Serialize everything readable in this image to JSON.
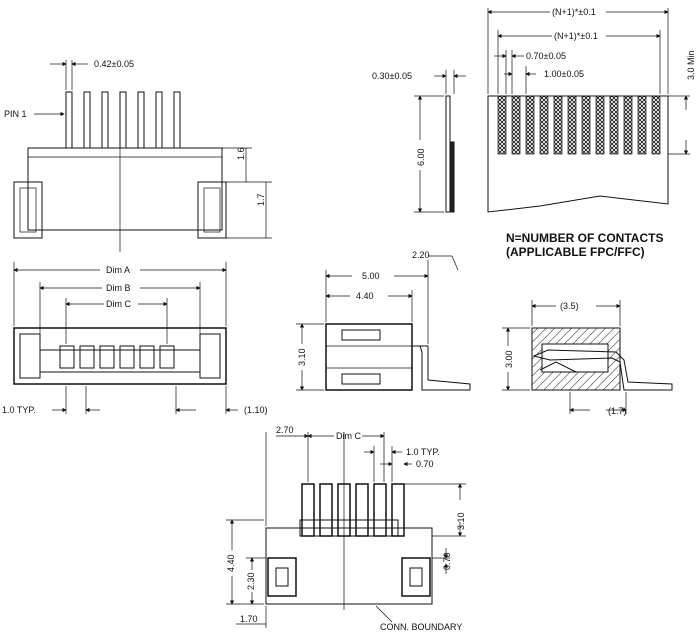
{
  "top_left": {
    "pitch_tol": "0.42±0.05",
    "pin1": "PIN 1",
    "dim_1_6": "1.6",
    "dim_1_7": "1.7"
  },
  "mid_left": {
    "dim_a": "Dim A",
    "dim_b": "Dim B",
    "dim_c": "Dim C",
    "typ": "1.0 TYP.",
    "ref_1_10": "(1.10)"
  },
  "fpc": {
    "overall": "(N+1)*±0.1",
    "contacts": "(N+1)*±0.1",
    "width_070": "0.70±0.05",
    "pitch_100": "1.00±0.05",
    "thick_030": "0.30±0.05",
    "len_600": "6.00",
    "min_300": "3.0 Min",
    "note_line1": "N=NUMBER OF CONTACTS",
    "note_line2": "(APPLICABLE FPC/FFC)"
  },
  "side": {
    "dim_220": "2.20",
    "dim_500": "5.00",
    "dim_440": "4.40",
    "dim_310": "3.10"
  },
  "section": {
    "dim_35": "(3.5)",
    "dim_300": "3.00",
    "dim_17": "(1.7)"
  },
  "footprint": {
    "dim_270": "2.70",
    "dim_c": "Dim C",
    "typ": "1.0 TYP.",
    "dim_070": "0.70",
    "dim_310": "3.10",
    "dim_440": "4.40",
    "dim_230": "2.30",
    "dim_070b": "0.70",
    "dim_170": "1.70",
    "boundary": "CONN. BOUNDARY"
  }
}
